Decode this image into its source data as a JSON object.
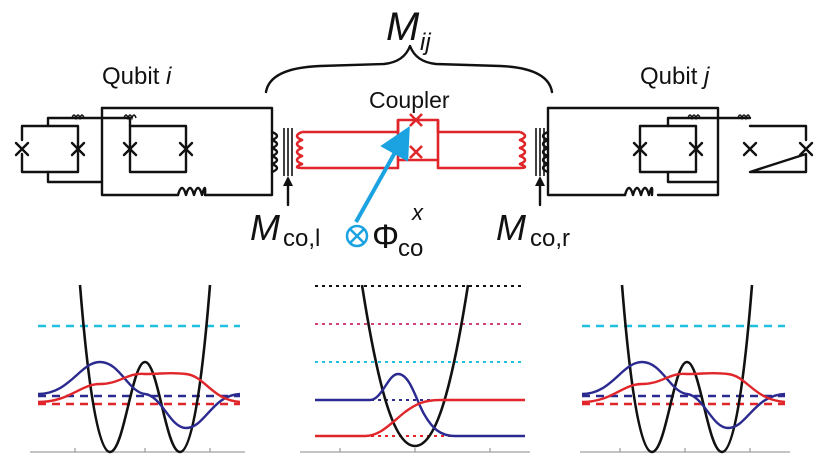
{
  "labels": {
    "mutual_main": "M",
    "mutual_main_sub": "ij",
    "qubit_left": "Qubit ",
    "qubit_left_index": "i",
    "qubit_right": "Qubit ",
    "qubit_right_index": "j",
    "coupler": "Coupler",
    "mco_left": "M",
    "mco_left_sub": "co,l",
    "mco_right": "M",
    "mco_right_sub": "co,r",
    "flux_symbol": "Φ",
    "flux_sub": "co",
    "flux_sup": "x",
    "flux_circle": "⊗"
  },
  "colors": {
    "wire": "#111111",
    "coupler": "#e0262a",
    "flux_arrow": "#1aa3e0",
    "level_cyan": "#1ec0e0",
    "level_magenta": "#d0407a",
    "level_black": "#111111",
    "state_blue": "#2a2a90",
    "state_red": "#e0262a"
  },
  "icons": [
    "junction-x-icon",
    "inductor-coil-icon",
    "flux-bias-icon",
    "upward-arrow-icon"
  ]
}
